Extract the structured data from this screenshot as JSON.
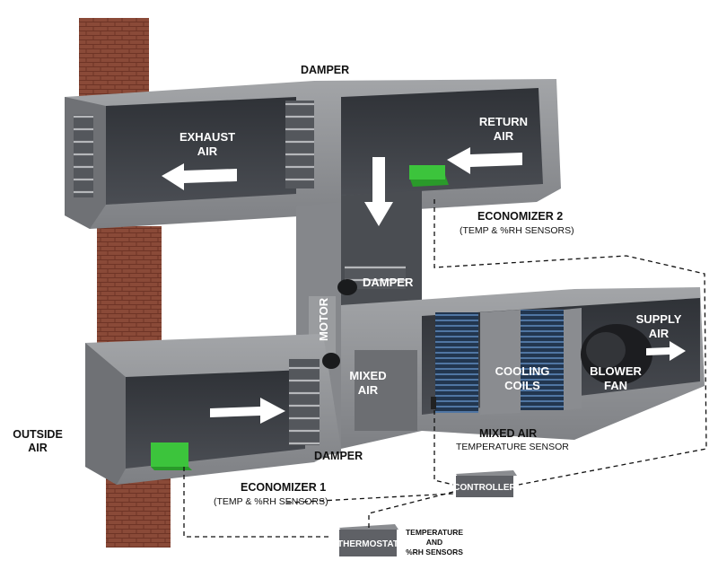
{
  "labels": {
    "damper_top": "DAMPER",
    "exhaust_air_1": "EXHAUST",
    "exhaust_air_2": "AIR",
    "return_air_1": "RETURN",
    "return_air_2": "AIR",
    "economizer2_title": "ECONOMIZER 2",
    "economizer2_sub": "(TEMP & %RH SENSORS)",
    "damper_mid": "DAMPER",
    "motor": "MOTOR",
    "mixed_air_1": "MIXED",
    "mixed_air_2": "AIR",
    "cooling_coils_1": "COOLING",
    "cooling_coils_2": "COILS",
    "blower_fan_1": "BLOWER",
    "blower_fan_2": "FAN",
    "supply_air_1": "SUPPLY",
    "supply_air_2": "AIR",
    "outside_air_1": "OUTSIDE",
    "outside_air_2": "AIR",
    "damper_bottom": "DAMPER",
    "mixed_air_sensor_1": "MIXED AIR",
    "mixed_air_sensor_2": "TEMPERATURE SENSOR",
    "economizer1_title": "ECONOMIZER 1",
    "economizer1_sub": "(TEMP & %RH SENSORS)",
    "controller": "CONTROLLER",
    "thermostat": "THERMOSTAT",
    "temp_rh_1": "TEMPERATURE",
    "temp_rh_2": "AND",
    "temp_rh_3": "%RH SENSORS"
  },
  "colors": {
    "concrete": "#8d8f92",
    "concrete_dark": "#5a5c60",
    "interior": "#3d4046",
    "brick": "#8a4a38",
    "sensor_green": "#3cc43c",
    "coil_blue": "#3b5f8c",
    "box_gray": "#5f6166"
  }
}
